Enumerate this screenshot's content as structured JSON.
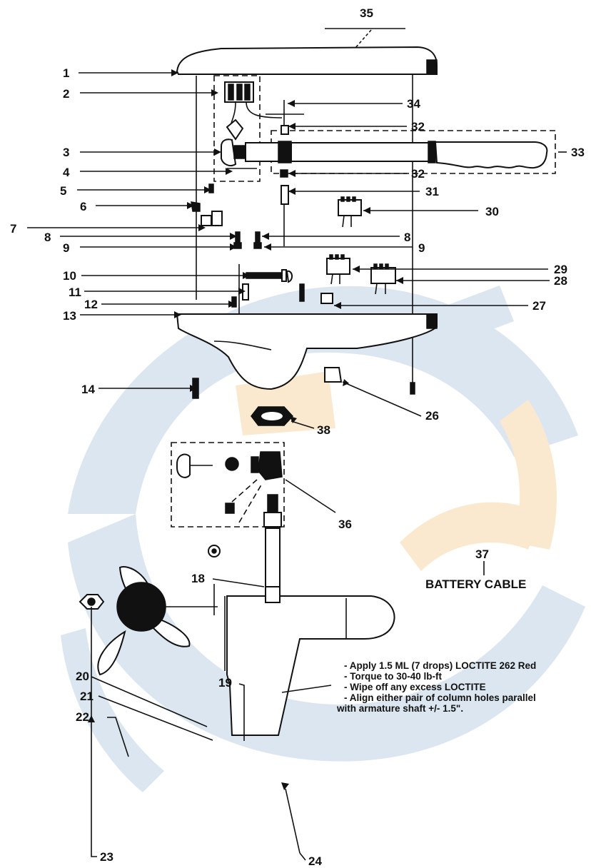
{
  "callouts": [
    "1",
    "2",
    "3",
    "4",
    "5",
    "6",
    "7",
    "8",
    "9",
    "10",
    "11",
    "12",
    "13",
    "14",
    "18",
    "19",
    "20",
    "21",
    "22",
    "23",
    "24",
    "26",
    "27",
    "28",
    "29",
    "30",
    "31",
    "32",
    "33",
    "34",
    "35",
    "36",
    "37",
    "38"
  ],
  "caption_37": "BATTERY CABLE",
  "notes": [
    "- Apply 1.5 ML (7 drops) LOCTITE 262 Red",
    "- Torque to 30-40 lb-ft",
    "- Wipe off any excess LOCTITE",
    "- Align either pair of column holes parallel",
    "with armature shaft +/- 1.5\"."
  ],
  "colors": {
    "ink": "#111111",
    "watermark_blue": "#dbe6f0",
    "watermark_orange": "#fbe9cf"
  }
}
